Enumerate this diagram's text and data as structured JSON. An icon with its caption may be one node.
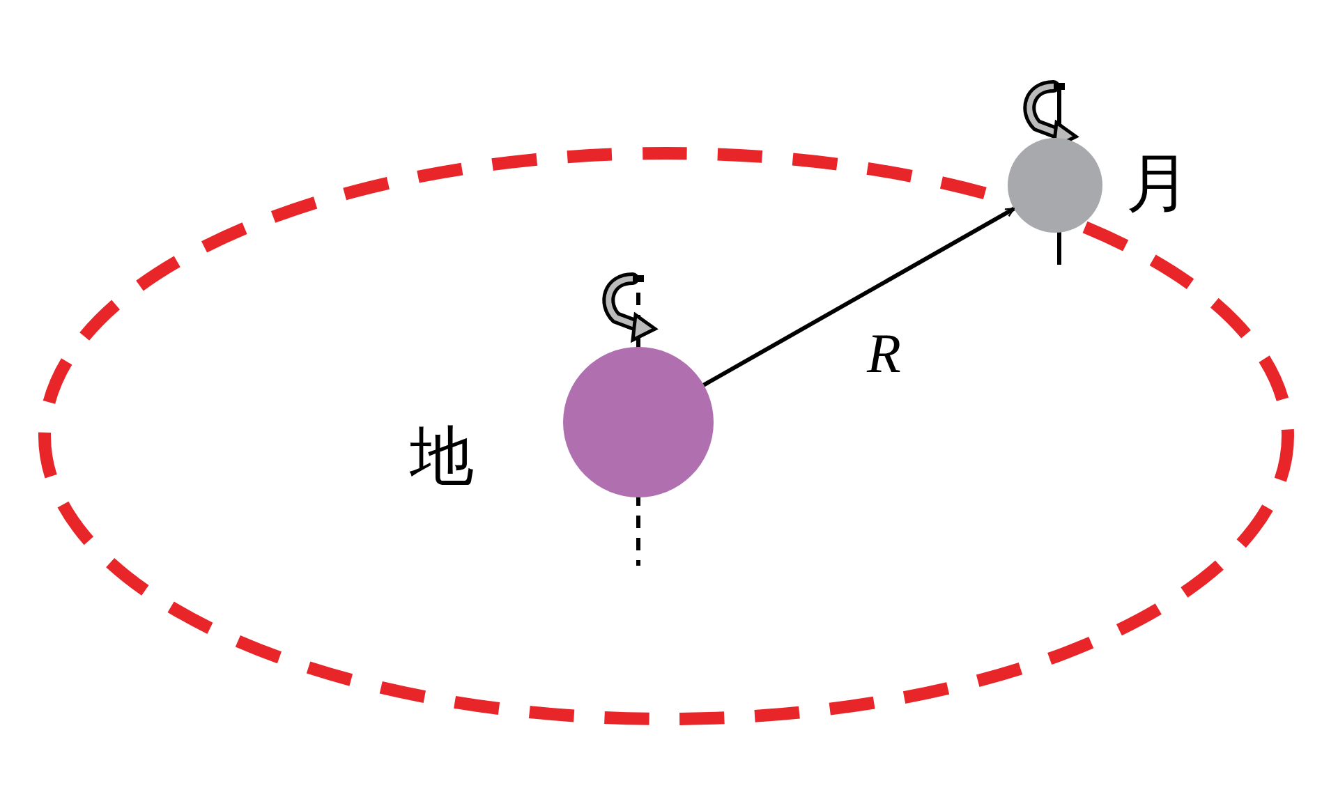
{
  "diagram": {
    "nodes": [
      {
        "text": [],
        "shape": "circle",
        "beside": [
          "地"
        ]
      },
      {
        "text": [],
        "shape": "circle",
        "beside": [
          "月"
        ]
      }
    ],
    "edges": [
      {
        "from": 0,
        "to": 1,
        "arrow": "to",
        "label": "R"
      }
    ]
  }
}
